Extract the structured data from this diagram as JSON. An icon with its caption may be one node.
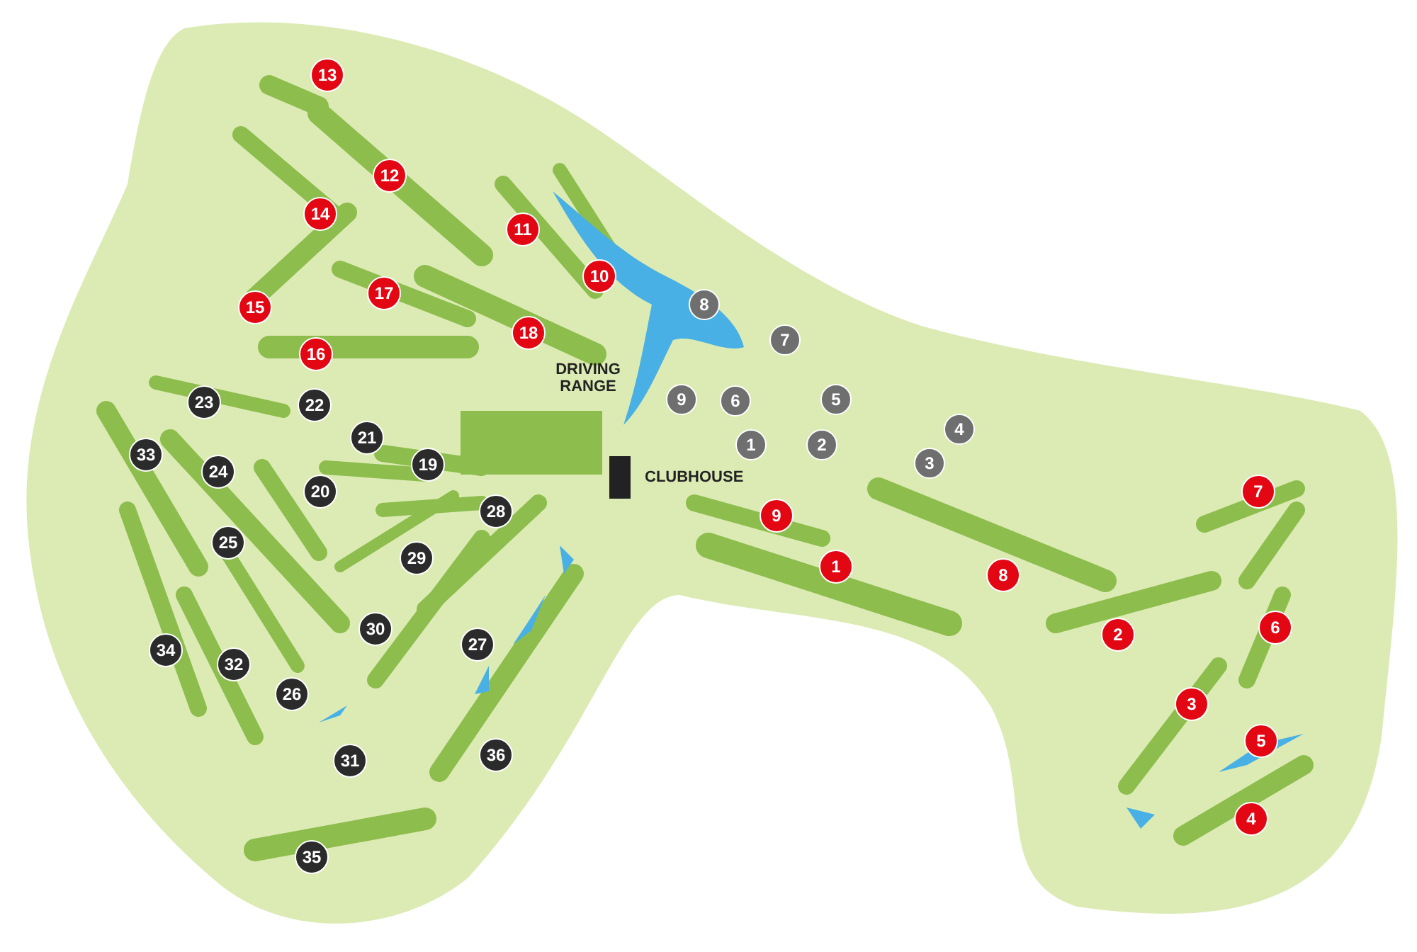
{
  "diagram": {
    "nodes": [
      {
        "text": [
          "1"
        ]
      },
      {
        "text": [
          "2"
        ]
      },
      {
        "text": [
          "3"
        ]
      },
      {
        "text": [
          "4"
        ]
      },
      {
        "text": [
          "5"
        ]
      },
      {
        "text": [
          "6"
        ]
      },
      {
        "text": [
          "7"
        ]
      },
      {
        "text": [
          "8"
        ]
      },
      {
        "text": [
          "9"
        ]
      },
      {
        "text": [
          "10"
        ]
      },
      {
        "text": [
          "11"
        ]
      },
      {
        "text": [
          "12"
        ]
      },
      {
        "text": [
          "13"
        ]
      },
      {
        "text": [
          "14"
        ]
      },
      {
        "text": [
          "15"
        ]
      },
      {
        "text": [
          "16"
        ]
      },
      {
        "text": [
          "17"
        ]
      },
      {
        "text": [
          "18"
        ]
      },
      {
        "text": [
          "1"
        ]
      },
      {
        "text": [
          "2"
        ]
      },
      {
        "text": [
          "3"
        ]
      },
      {
        "text": [
          "4"
        ]
      },
      {
        "text": [
          "5"
        ]
      },
      {
        "text": [
          "6"
        ]
      },
      {
        "text": [
          "7"
        ]
      },
      {
        "text": [
          "8"
        ]
      },
      {
        "text": [
          "9"
        ]
      },
      {
        "text": [
          "19"
        ]
      },
      {
        "text": [
          "20"
        ]
      },
      {
        "text": [
          "21"
        ]
      },
      {
        "text": [
          "22"
        ]
      },
      {
        "text": [
          "23"
        ]
      },
      {
        "text": [
          "24"
        ]
      },
      {
        "text": [
          "25"
        ]
      },
      {
        "text": [
          "26"
        ]
      },
      {
        "text": [
          "27"
        ]
      },
      {
        "text": [
          "28"
        ]
      },
      {
        "text": [
          "29"
        ]
      },
      {
        "text": [
          "30"
        ]
      },
      {
        "text": [
          "31"
        ]
      },
      {
        "text": [
          "32"
        ]
      },
      {
        "text": [
          "33"
        ]
      },
      {
        "text": [
          "34"
        ]
      },
      {
        "text": [
          "35"
        ]
      },
      {
        "text": [
          "36"
        ]
      }
    ],
    "labels": [
      "DRIVING RANGE",
      "CLUBHOUSE"
    ]
  }
}
